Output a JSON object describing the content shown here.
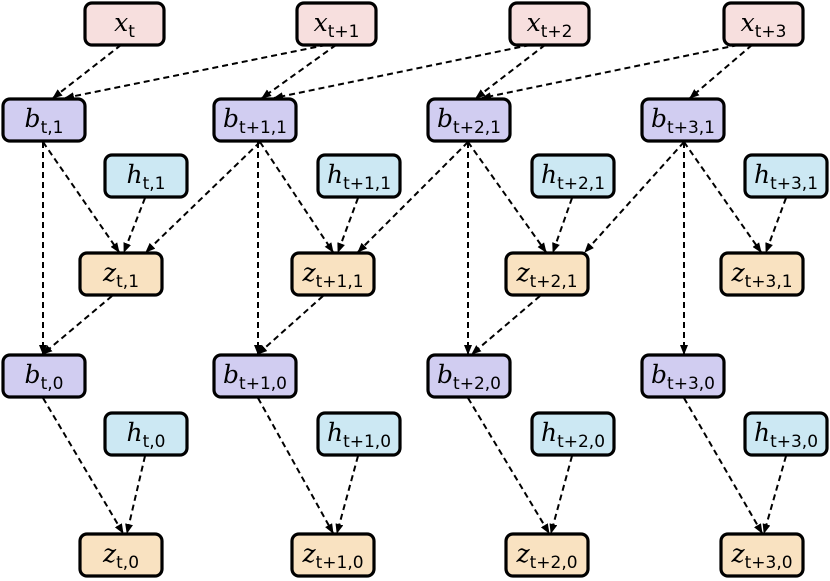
{
  "nodes": [
    {
      "id": "x0",
      "kind": "x",
      "symbol": "x",
      "sub": "t"
    },
    {
      "id": "x1",
      "kind": "x",
      "symbol": "x",
      "sub": "t+1"
    },
    {
      "id": "x2",
      "kind": "x",
      "symbol": "x",
      "sub": "t+2"
    },
    {
      "id": "x3",
      "kind": "x",
      "symbol": "x",
      "sub": "t+3"
    },
    {
      "id": "b0_1",
      "kind": "b",
      "symbol": "b",
      "sub": "t,1"
    },
    {
      "id": "b1_1",
      "kind": "b",
      "symbol": "b",
      "sub": "t+1,1"
    },
    {
      "id": "b2_1",
      "kind": "b",
      "symbol": "b",
      "sub": "t+2,1"
    },
    {
      "id": "b3_1",
      "kind": "b",
      "symbol": "b",
      "sub": "t+3,1"
    },
    {
      "id": "h0_1",
      "kind": "h",
      "symbol": "h",
      "sub": "t,1"
    },
    {
      "id": "h1_1",
      "kind": "h",
      "symbol": "h",
      "sub": "t+1,1"
    },
    {
      "id": "h2_1",
      "kind": "h",
      "symbol": "h",
      "sub": "t+2,1"
    },
    {
      "id": "h3_1",
      "kind": "h",
      "symbol": "h",
      "sub": "t+3,1"
    },
    {
      "id": "z0_1",
      "kind": "z",
      "symbol": "z",
      "sub": "t,1"
    },
    {
      "id": "z1_1",
      "kind": "z",
      "symbol": "z",
      "sub": "t+1,1"
    },
    {
      "id": "z2_1",
      "kind": "z",
      "symbol": "z",
      "sub": "t+2,1"
    },
    {
      "id": "z3_1",
      "kind": "z",
      "symbol": "z",
      "sub": "t+3,1"
    },
    {
      "id": "b0_0",
      "kind": "b",
      "symbol": "b",
      "sub": "t,0"
    },
    {
      "id": "b1_0",
      "kind": "b",
      "symbol": "b",
      "sub": "t+1,0"
    },
    {
      "id": "b2_0",
      "kind": "b",
      "symbol": "b",
      "sub": "t+2,0"
    },
    {
      "id": "b3_0",
      "kind": "b",
      "symbol": "b",
      "sub": "t+3,0"
    },
    {
      "id": "h0_0",
      "kind": "h",
      "symbol": "h",
      "sub": "t,0"
    },
    {
      "id": "h1_0",
      "kind": "h",
      "symbol": "h",
      "sub": "t+1,0"
    },
    {
      "id": "h2_0",
      "kind": "h",
      "symbol": "h",
      "sub": "t+2,0"
    },
    {
      "id": "h3_0",
      "kind": "h",
      "symbol": "h",
      "sub": "t+3,0"
    },
    {
      "id": "z0_0",
      "kind": "z",
      "symbol": "z",
      "sub": "t,0"
    },
    {
      "id": "z1_0",
      "kind": "z",
      "symbol": "z",
      "sub": "t+1,0"
    },
    {
      "id": "z2_0",
      "kind": "z",
      "symbol": "z",
      "sub": "t+2,0"
    },
    {
      "id": "z3_0",
      "kind": "z",
      "symbol": "z",
      "sub": "t+3,0"
    }
  ],
  "edges": [
    {
      "from": "x0",
      "to": "b0_1"
    },
    {
      "from": "x1",
      "to": "b0_1"
    },
    {
      "from": "x1",
      "to": "b1_1"
    },
    {
      "from": "x2",
      "to": "b1_1"
    },
    {
      "from": "x2",
      "to": "b2_1"
    },
    {
      "from": "x3",
      "to": "b2_1"
    },
    {
      "from": "x3",
      "to": "b3_1"
    },
    {
      "from": "b0_1",
      "to": "z0_1"
    },
    {
      "from": "h0_1",
      "to": "z0_1"
    },
    {
      "from": "b1_1",
      "to": "z0_1"
    },
    {
      "from": "b1_1",
      "to": "z1_1"
    },
    {
      "from": "h1_1",
      "to": "z1_1"
    },
    {
      "from": "b2_1",
      "to": "z1_1"
    },
    {
      "from": "b2_1",
      "to": "z2_1"
    },
    {
      "from": "h2_1",
      "to": "z2_1"
    },
    {
      "from": "b3_1",
      "to": "z2_1"
    },
    {
      "from": "b3_1",
      "to": "z3_1"
    },
    {
      "from": "h3_1",
      "to": "z3_1"
    },
    {
      "from": "b0_1",
      "to": "b0_0"
    },
    {
      "from": "z0_1",
      "to": "b0_0"
    },
    {
      "from": "b1_1",
      "to": "b1_0"
    },
    {
      "from": "z1_1",
      "to": "b1_0"
    },
    {
      "from": "b2_1",
      "to": "b2_0"
    },
    {
      "from": "z2_1",
      "to": "b2_0"
    },
    {
      "from": "b3_1",
      "to": "b3_0"
    },
    {
      "from": "b0_0",
      "to": "z0_0"
    },
    {
      "from": "h0_0",
      "to": "z0_0"
    },
    {
      "from": "b1_0",
      "to": "z1_0"
    },
    {
      "from": "h1_0",
      "to": "z1_0"
    },
    {
      "from": "b2_0",
      "to": "z2_0"
    },
    {
      "from": "h2_0",
      "to": "z2_0"
    },
    {
      "from": "b3_0",
      "to": "z3_0"
    },
    {
      "from": "h3_0",
      "to": "z3_0"
    }
  ]
}
